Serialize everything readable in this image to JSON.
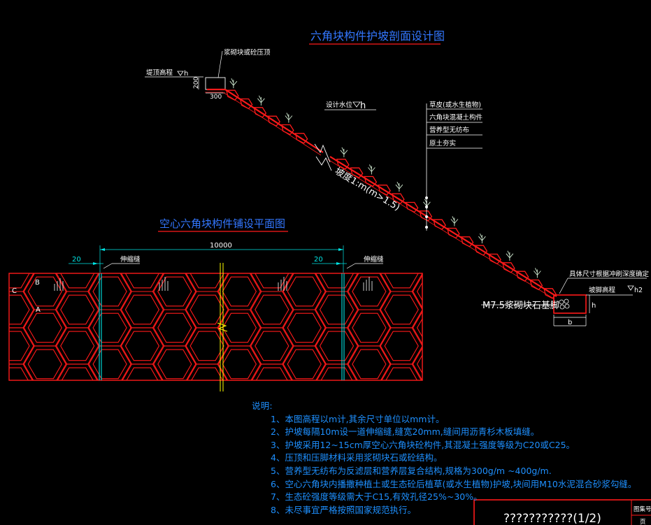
{
  "colors": {
    "background": "#000000",
    "structure": "#ff1a1a",
    "text": "#ffffff",
    "title": "#3377ff",
    "joint": "#00e5e5",
    "notes": "#1e90ff",
    "marker": "#ffff00",
    "plant": "#cfe8cf"
  },
  "section": {
    "title": "六角块构件护坡剖面设计图",
    "top_elevation_label": "堤顶高程",
    "top_elevation_symbol": "h",
    "cap_label": "浆砌块或砼压顶",
    "cap_height": "200",
    "cap_width": "300",
    "design_water_label": "设计水位",
    "design_water_symbol": "h",
    "slope_label": "坡度1:m(m>1.5)",
    "layers": [
      "草皮(或水生植物)",
      "六角块混凝土构件",
      "营养型无纺布",
      "原土夯实"
    ],
    "toe_note": "具体尺寸根据冲刷深度确定",
    "toe_elevation_label": "坡脚高程",
    "toe_elevation_symbol": "h2",
    "toe_label": "M7.5浆砌块石基脚",
    "toe_dim_h": "h",
    "toe_dim_b": "b"
  },
  "plan": {
    "title": "空心六角块构件铺设平面图",
    "total_dim": "10000",
    "joint_dim_left": "20",
    "joint_dim_right": "20",
    "joint_label_left": "伸缩缝",
    "joint_label_right": "伸缩缝",
    "label_a": "A",
    "label_b": "B",
    "label_c": "C"
  },
  "notes": {
    "title": "说明:",
    "items": [
      "1、本图高程以m计,其余尺寸单位以mm计。",
      "2、护坡每隔10m设一道伸缩缝,缝宽20mm,缝间用沥青杉木板填缝。",
      "3、护坡采用12~15cm厚空心六角块砼构件,其混凝土强度等级为C20或C25。",
      "4、压顶和压脚材料采用浆砌块石或砼结构。",
      "5、营养型无纺布为反滤层和营养层复合结构,规格为300g/m ~400g/m.",
      "6、空心六角块内播撒种植土或生态砼后植草(或水生植物)护坡,块间用M10水泥混合砂浆勾缝。",
      "7、生态砼强度等级需大于C15,有效孔径25%~30%。",
      "8、未尽事宜严格按照国家规范执行。"
    ]
  },
  "title_block": {
    "drawing_name": "???????????(1/2)",
    "sheet_label": "图集号",
    "page_label": "页"
  }
}
